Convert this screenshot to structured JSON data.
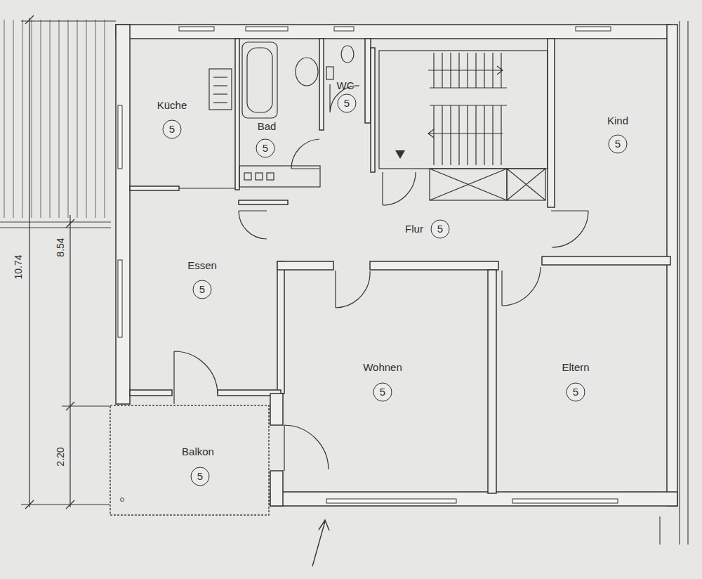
{
  "diagram": {
    "nodes": [
      {
        "text": [
          "Küche",
          "5"
        ]
      },
      {
        "text": [
          "Bad",
          "5"
        ]
      },
      {
        "text": [
          "WC",
          "5"
        ]
      },
      {
        "text": [
          "Kind",
          "5"
        ]
      },
      {
        "text": [
          "Flur",
          "5"
        ]
      },
      {
        "text": [
          "Essen",
          "5"
        ]
      },
      {
        "text": [
          "Wohnen",
          "5"
        ]
      },
      {
        "text": [
          "Eltern",
          "5"
        ]
      },
      {
        "text": [
          "Balkon",
          "5"
        ]
      }
    ],
    "labels": [
      "10.74",
      "8.54",
      "2.20"
    ]
  }
}
